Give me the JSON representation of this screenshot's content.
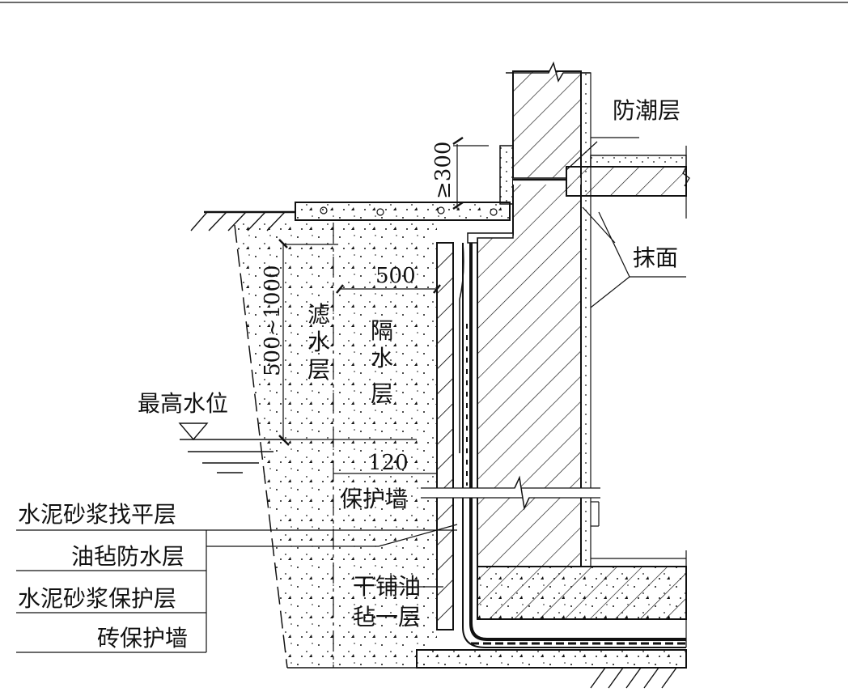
{
  "labels": {
    "moisture_layer": "防潮层",
    "plaster": "抹面",
    "height_min": "≥300",
    "width_500": "500",
    "range_500_1000": "500~1000",
    "filter_layer": [
      "滤",
      "水",
      "层"
    ],
    "water_barrier": [
      "隔",
      "水",
      "层"
    ],
    "highest_water_level": "最高水位",
    "thickness_120": "120",
    "protect_wall_right": "保护墙",
    "cement_leveling": "水泥砂浆找平层",
    "felt_waterproof": "油毡防水层",
    "cement_protect": "水泥砂浆保护层",
    "brick_protect_wall": "砖保护墙",
    "dry_felt": [
      "干铺油",
      "毡一层"
    ]
  },
  "colors": {
    "line": "#111111",
    "background": "#ffffff"
  }
}
